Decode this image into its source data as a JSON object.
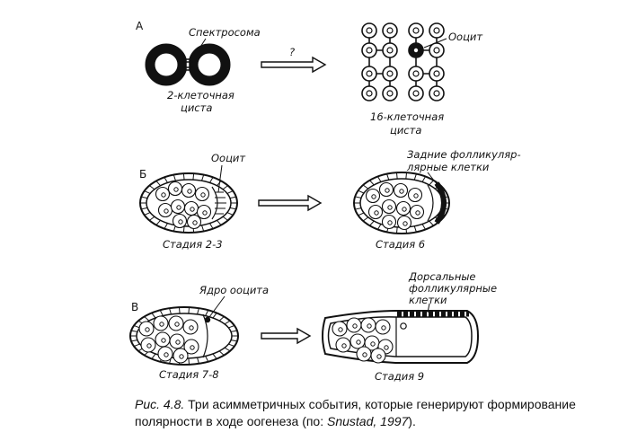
{
  "panels": {
    "a": {
      "letter": "А",
      "label_spectrosome": "Спектросома",
      "label_question": "?",
      "label_cyst2_line1": "2-клеточная",
      "label_cyst2_line2": "циста",
      "label_oocyte": "Ооцит",
      "label_cyst16_line1": "16-клеточная",
      "label_cyst16_line2": "циста"
    },
    "b": {
      "letter": "Б",
      "label_oocyte": "Ооцит",
      "label_posterior_line1": "Задние фолликуляр-",
      "label_posterior_line2": "лярные клетки",
      "label_stage_left": "Стадия 2-3",
      "label_stage_right": "Стадия 6"
    },
    "c": {
      "letter": "В",
      "label_nucleus": "Ядро ооцита",
      "label_dorsal_line1": "Дорсальные",
      "label_dorsal_line2": "фолликулярные",
      "label_dorsal_line3": "клетки",
      "label_stage_left": "Стадия 7-8",
      "label_stage_right": "Стадия 9"
    }
  },
  "caption": {
    "prefix": "Рис. 4.8.",
    "text1": " Три асимметричных события, которые генерируют формирование полярности в ходе оогенеза (по: ",
    "author": "Snustad, 1997",
    "text2": ")."
  }
}
